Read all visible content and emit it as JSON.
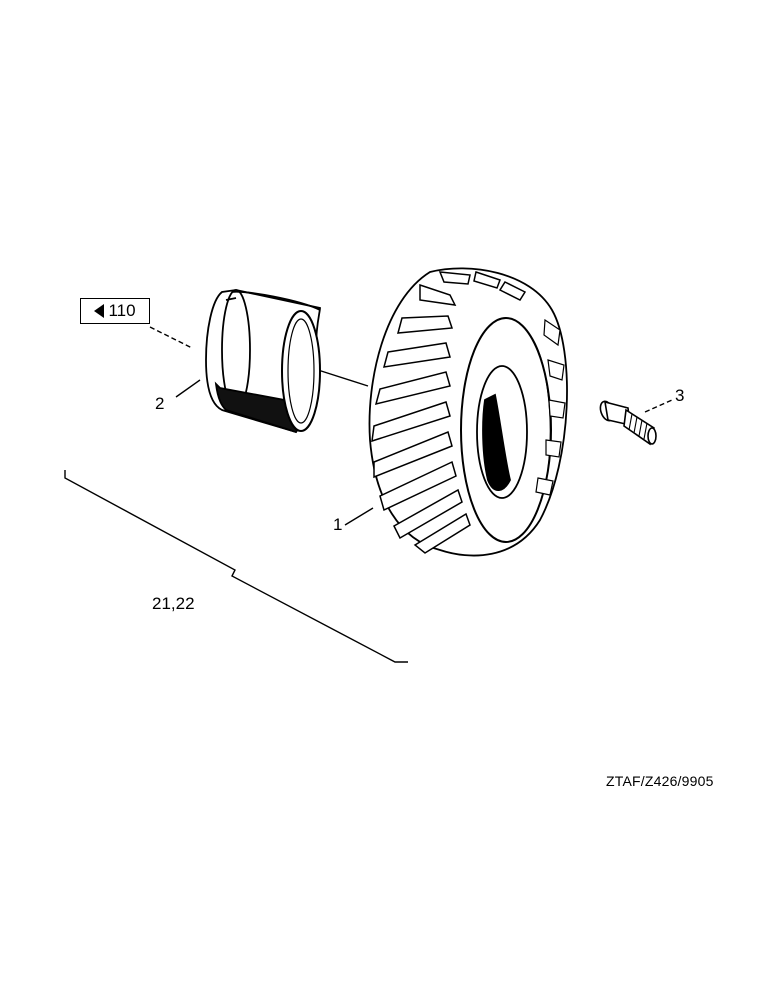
{
  "reference": {
    "page": "110"
  },
  "callouts": {
    "item1": "1",
    "item2": "2",
    "item3": "3",
    "group": "21,22"
  },
  "drawing_code": "ZTAF/Z426/9905",
  "parts": [
    {
      "number": "1",
      "icon": "tire-icon"
    },
    {
      "number": "2",
      "icon": "rim-icon"
    },
    {
      "number": "3",
      "icon": "valve-stem-icon"
    }
  ]
}
